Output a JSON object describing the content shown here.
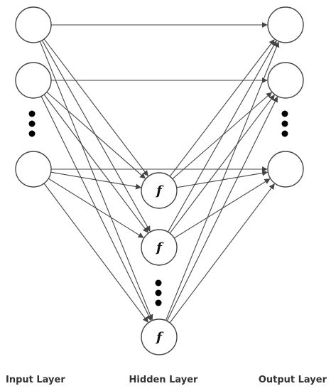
{
  "diagram": {
    "labels": {
      "input": "Input Layer",
      "hidden": "Hidden Layer",
      "output": "Output Layer"
    },
    "hidden_node_text": "f",
    "layers": {
      "input": {
        "node_count": 3,
        "has_ellipsis": true
      },
      "hidden": {
        "node_count": 3,
        "has_ellipsis": true
      },
      "output": {
        "node_count": 3,
        "has_ellipsis": true
      }
    },
    "connections": [
      "input-to-hidden: fully connected",
      "hidden-to-output: fully connected",
      "input-to-output: direct"
    ],
    "colors": {
      "stroke": "#444444",
      "node_fill": "#ffffff",
      "dots": "#000000",
      "label": "#333333"
    }
  }
}
